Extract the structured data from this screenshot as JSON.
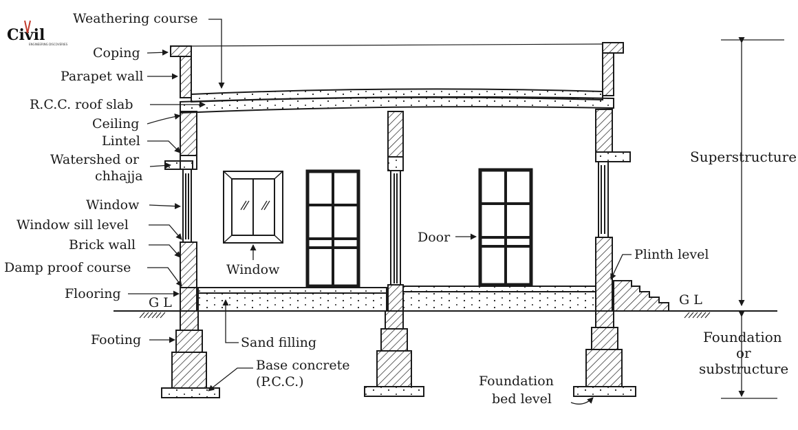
{
  "logo": {
    "text": "Civil",
    "subtitle": "ENGINEERING DISCOVERIES"
  },
  "labels": {
    "weathering_course": "Weathering course",
    "coping": "Coping",
    "parapet_wall": "Parapet wall",
    "rcc_roof_slab": "R.C.C. roof slab",
    "ceiling": "Ceiling",
    "lintel": "Lintel",
    "watershed_line1": "Watershed or",
    "watershed_line2": "chhajja",
    "window_left": "Window",
    "window_sill_level": "Window sill level",
    "brick_wall": "Brick wall",
    "damp_proof_course": "Damp proof course",
    "flooring": "Flooring",
    "gl_left": "G L",
    "footing": "Footing",
    "sand_filling": "Sand filling",
    "base_concrete_line1": "Base concrete",
    "base_concrete_line2": "(P.C.C.)",
    "window_center": "Window",
    "door": "Door",
    "plinth_level": "Plinth level",
    "gl_right": "G L",
    "foundation_bed_line1": "Foundation",
    "foundation_bed_line2": "bed level",
    "superstructure": "Superstructure",
    "substructure_line1": "Foundation",
    "substructure_line2": "or",
    "substructure_line3": "substructure"
  },
  "colors": {
    "ink": "#1a1a1a",
    "logo_accent": "#c0392b"
  }
}
